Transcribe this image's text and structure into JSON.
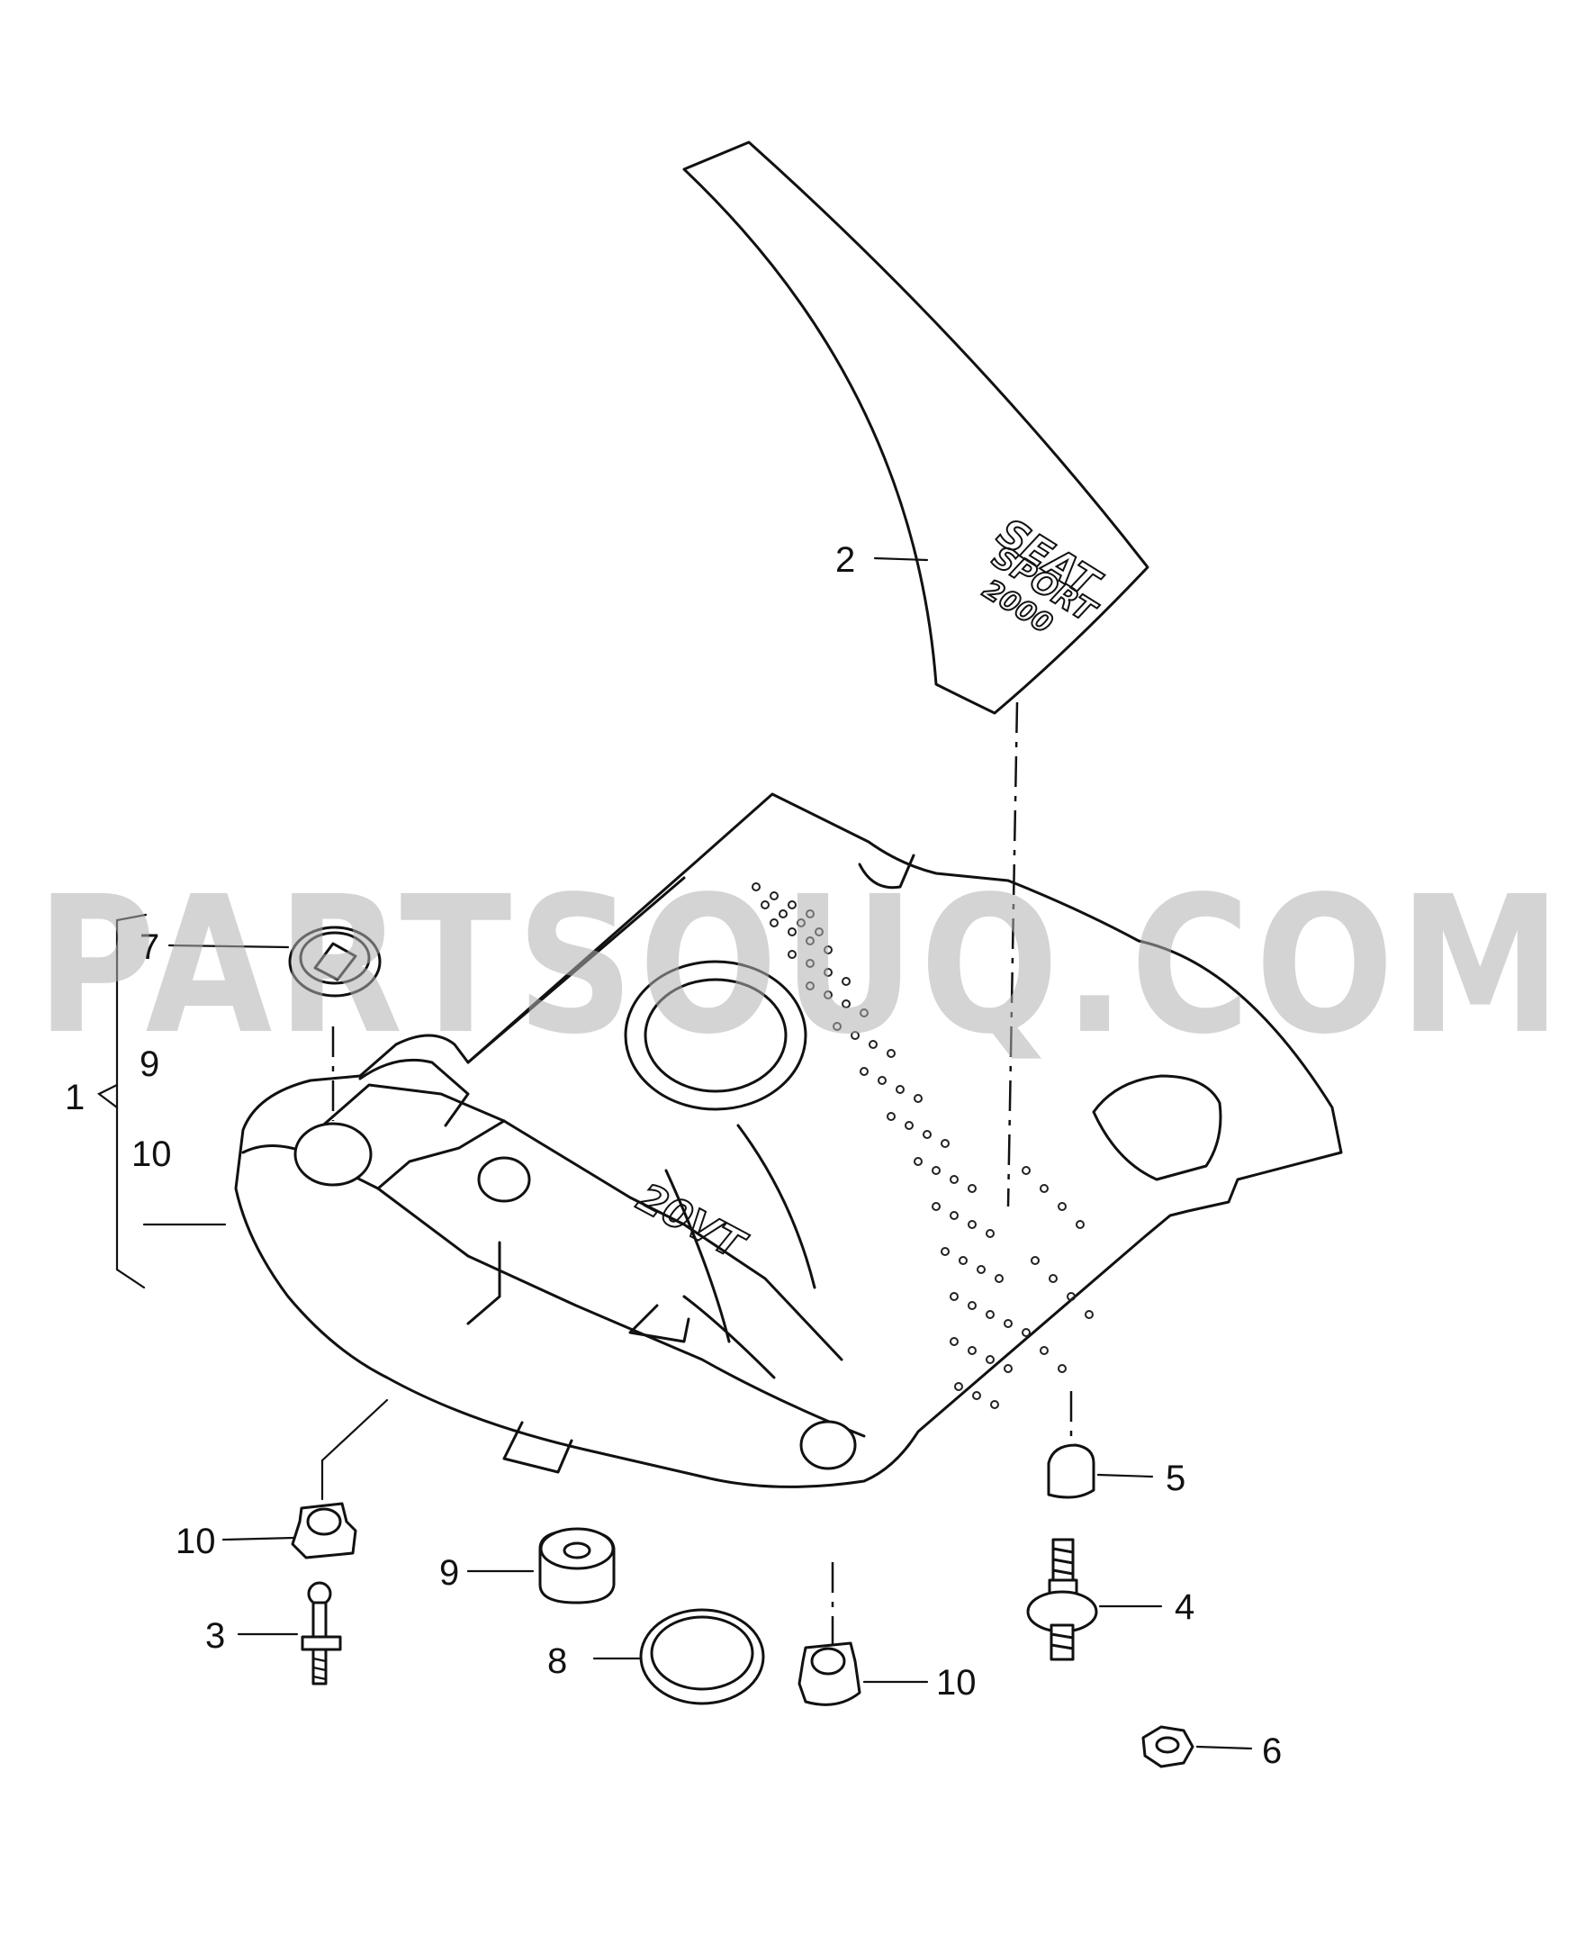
{
  "watermark": "PARTSOUQ.COM",
  "decal_text": [
    "SEAT",
    "SPORT",
    "2000"
  ],
  "cover_text": "20VT",
  "callouts": [
    {
      "id": "c1",
      "label": "1"
    },
    {
      "id": "c2",
      "label": "2"
    },
    {
      "id": "c3",
      "label": "3"
    },
    {
      "id": "c4",
      "label": "4"
    },
    {
      "id": "c5",
      "label": "5"
    },
    {
      "id": "c6",
      "label": "6"
    },
    {
      "id": "c7",
      "label": "7"
    },
    {
      "id": "c8",
      "label": "8"
    },
    {
      "id": "c9a",
      "label": "9"
    },
    {
      "id": "c9b",
      "label": "9"
    },
    {
      "id": "c10a",
      "label": "10"
    },
    {
      "id": "c10b",
      "label": "10"
    },
    {
      "id": "c10c",
      "label": "10"
    }
  ]
}
